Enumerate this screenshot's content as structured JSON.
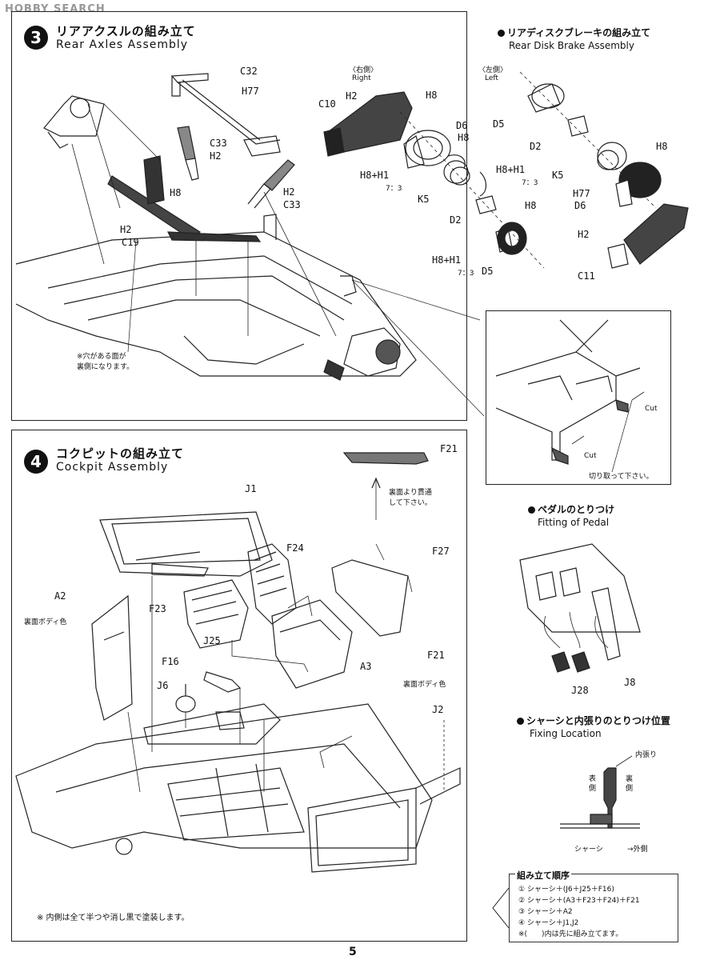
{
  "watermark": "HOBBY SEARCH",
  "page_number": "5",
  "step3": {
    "number": "3",
    "title_ja": "リアアクスルの組み立て",
    "title_en": "Rear Axles Assembly",
    "note": "※穴がある面が\n裏側になります。",
    "labels": [
      "C32",
      "H77",
      "C33",
      "H2",
      "H8",
      "H2",
      "C19",
      "H2",
      "C33"
    ]
  },
  "rear_disk": {
    "title_ja": "リアディスクブレーキの組み立て",
    "title_en": "Rear Disk Brake Assembly",
    "right_ja": "〈右側〉",
    "right_en": "Right",
    "left_ja": "〈左側〉",
    "left_en": "Left",
    "ratio": "7：3",
    "labels_right": [
      "C10",
      "H2",
      "H8",
      "D6",
      "H8",
      "H8+H1",
      "K5",
      "H8+H1",
      "D2",
      "H8",
      "H8+H1",
      "D5"
    ],
    "labels_left": [
      "D5",
      "D2",
      "K5",
      "H8",
      "H77",
      "D6",
      "H2",
      "C11"
    ]
  },
  "detail": {
    "cut1": "Cut",
    "cut2": "Cut",
    "note": "切り取って下さい。"
  },
  "step4": {
    "number": "4",
    "title_ja": "コクピットの組み立て",
    "title_en": "Cockpit Assembly",
    "f21_note": "裏面より貫通\nして下さい。",
    "body_color_a2": "裏面ボディ色",
    "body_color_a3": "裏面ボディ色",
    "footnote": "※ 内側は全て半つや消し黒で塗装します。",
    "labels": [
      "F21",
      "J1",
      "F24",
      "F27",
      "A2",
      "F23",
      "F21",
      "J25",
      "A3",
      "F16",
      "J6",
      "J2"
    ]
  },
  "pedal": {
    "title_ja": "ペダルのとりつけ",
    "title_en": "Fitting of Pedal",
    "labels": [
      "J28",
      "J8"
    ]
  },
  "fixing": {
    "title_ja": "シャーシと内張りのとりつけ位置",
    "title_en": "Fixing Location",
    "inner": "内張り",
    "front": "表\n側",
    "back": "裏\n側",
    "chassis": "シャーシ",
    "outside": "→外側"
  },
  "order": {
    "title": "組み立て順序",
    "lines": [
      "① シャーシ＋(J6＋J25＋F16)",
      "② シャーシ＋(A3＋F23＋F24)＋F21",
      "③ シャーシ＋A2",
      "④ シャーシ＋J1,J2",
      "※(　　)内は先に組み立てます。"
    ]
  }
}
